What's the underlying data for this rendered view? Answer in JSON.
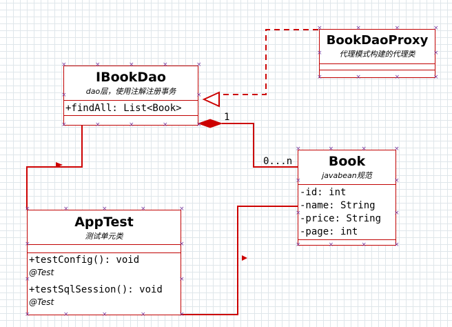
{
  "classes": {
    "proxy": {
      "name": "BookDaoProxy",
      "stereotype": "代理模式构建的代理类"
    },
    "ibookdao": {
      "name": "IBookDao",
      "stereotype": "dao层，使用注解注册事务",
      "ops": [
        "+findAll: List<Book>"
      ]
    },
    "book": {
      "name": "Book",
      "stereotype": "javabean规范",
      "attrs": [
        "-id: int",
        "-name: String",
        "-price: String",
        "-page: int"
      ]
    },
    "apptest": {
      "name": "AppTest",
      "stereotype": "测试单元类",
      "ops": [
        {
          "sig": "+testConfig(): void",
          "anno": "@Test"
        },
        {
          "sig": "+testSqlSession(): void",
          "anno": "@Test"
        }
      ]
    }
  },
  "multiplicity": {
    "source": "1",
    "target": "0...n"
  },
  "colors": {
    "line": "#cc0000",
    "border": "#c00000",
    "tick": "#7a3fa0"
  }
}
